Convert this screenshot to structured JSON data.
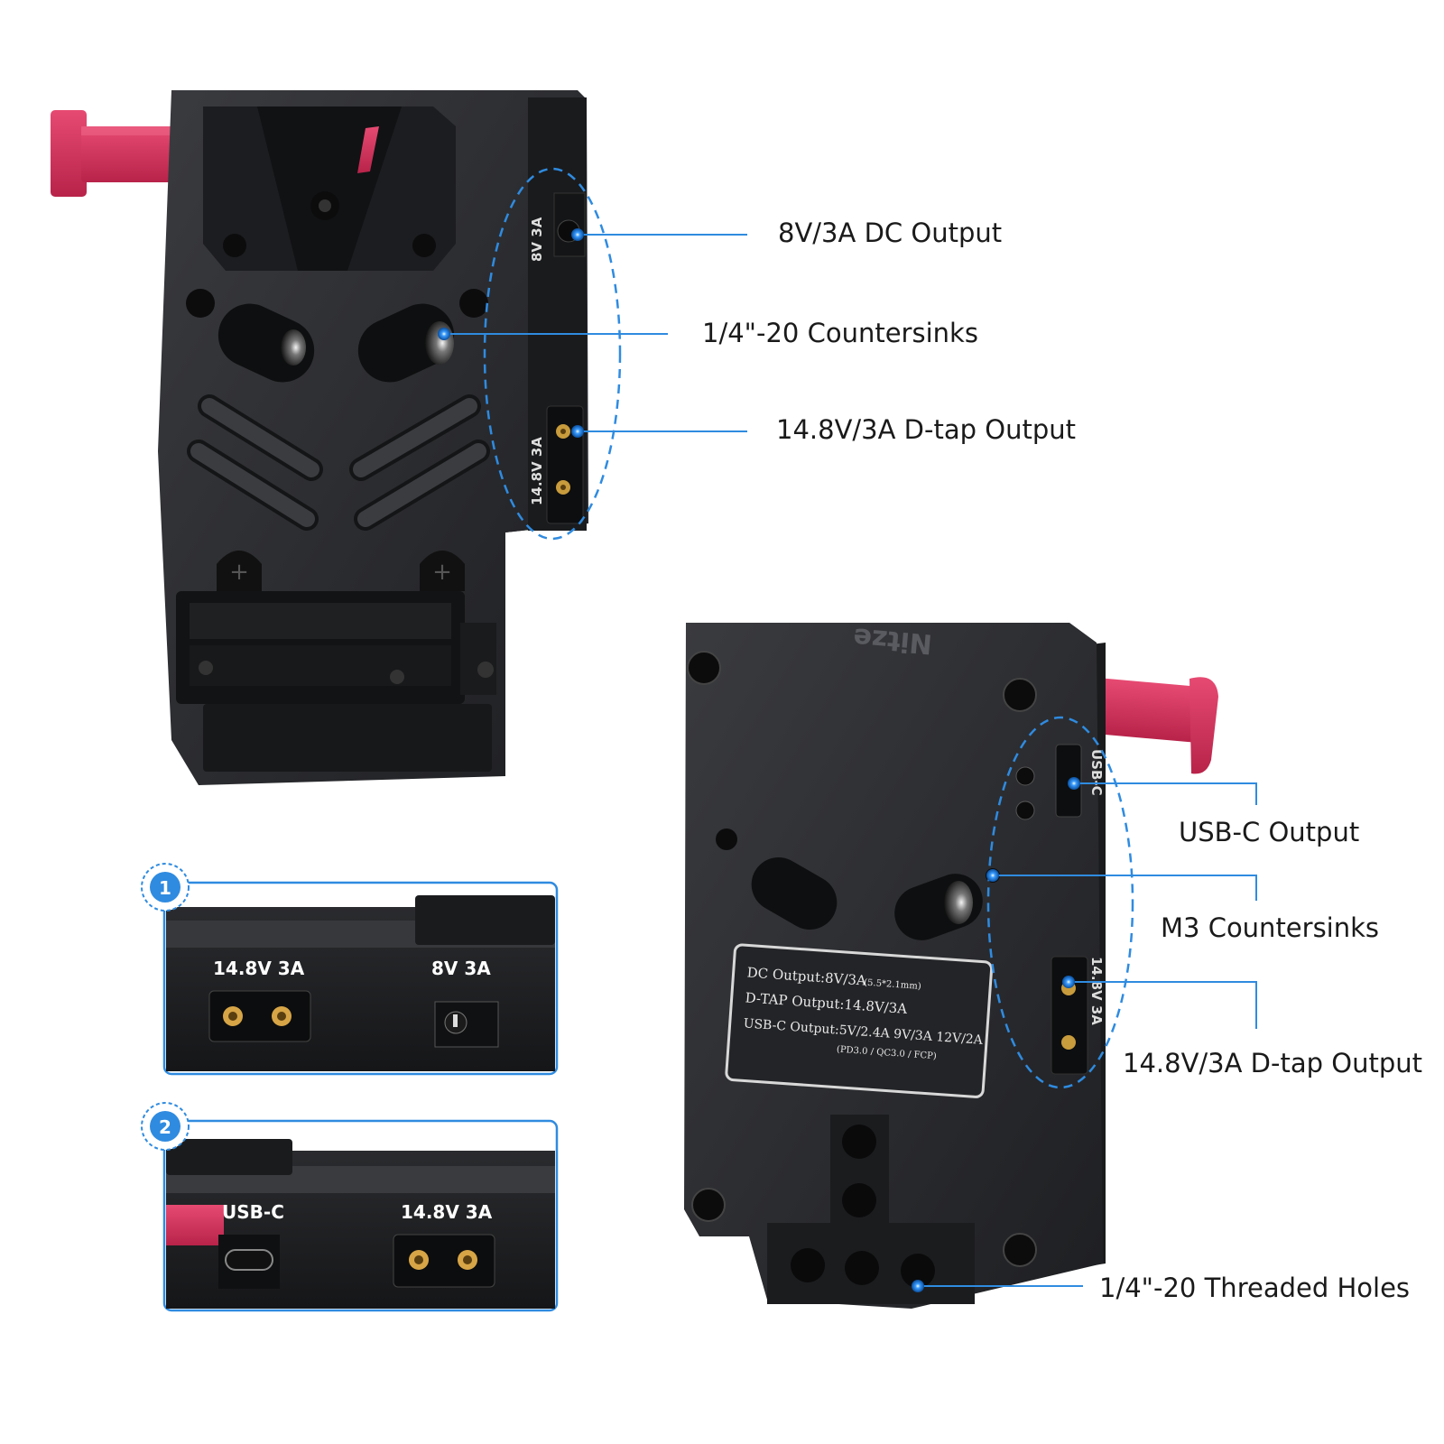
{
  "callouts": {
    "dc_output": "8V/3A DC Output",
    "countersinks_quarter": "1/4\"-20 Countersinks",
    "dtap_top": "14.8V/3A D-tap Output",
    "usbc_output": "USB-C Output",
    "m3_countersinks": "M3 Countersinks",
    "dtap_bottom": "14.8V/3A D-tap Output",
    "threaded_holes": "1/4\"-20 Threaded Holes"
  },
  "device_top": {
    "side_label_8v": "8V 3A",
    "side_label_148v": "14.8V 3A"
  },
  "device_bottom": {
    "brand": "Nitze",
    "side_label_usbc": "USB-C",
    "side_label_148v": "14.8V 3A",
    "spec_plate": {
      "line1": "DC Output:8V/3A",
      "line1_small": "(5.5*2.1mm)",
      "line2": "D-TAP Output:14.8V/3A",
      "line3": "USB-C Output:5V/2.4A 9V/3A 12V/2A",
      "line4": "(PD3.0 / QC3.0 / FCP)"
    }
  },
  "inset1": {
    "badge": "1",
    "label_left": "14.8V 3A",
    "label_right": "8V 3A"
  },
  "inset2": {
    "badge": "2",
    "label_left": "USB-C",
    "label_right": "14.8V 3A"
  },
  "colors": {
    "accent_blue": "#2f8be0",
    "release_lever": "#d8305c",
    "body_black": "#26272a"
  }
}
